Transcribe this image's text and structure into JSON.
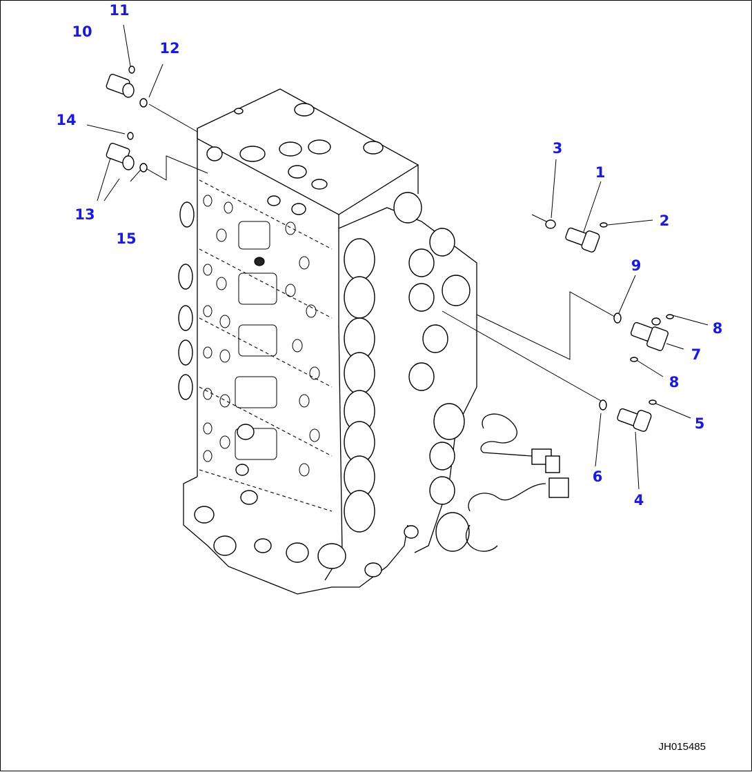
{
  "colors": {
    "callout": "#1a1adc",
    "line": "#000000",
    "background": "#ffffff"
  },
  "callouts": [
    "1",
    "2",
    "3",
    "4",
    "5",
    "6",
    "7",
    "8",
    "8",
    "9",
    "10",
    "11",
    "12",
    "13",
    "14",
    "15"
  ],
  "drawing_code": "JH015485"
}
